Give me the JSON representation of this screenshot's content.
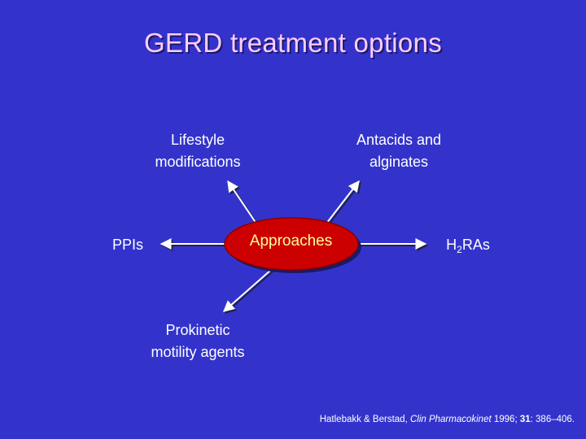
{
  "title": "GERD treatment options",
  "center": "Approaches",
  "nodes": {
    "lifestyle": [
      "Lifestyle",
      "modifications"
    ],
    "antacids": [
      "Antacids and",
      "alginates"
    ],
    "ppis": "PPIs",
    "h2ras": {
      "prefix": "H",
      "sub": "2",
      "suffix": "RAs"
    },
    "prokinetic": [
      "Prokinetic",
      "motility agents"
    ]
  },
  "citation": {
    "authors": "Hatlebakk & Berstad, ",
    "journal": "Clin Pharmacokinet",
    "year": " 1996; ",
    "volume": "31",
    "pages": ": 386–406."
  },
  "colors": {
    "background": "#3333cc",
    "title": "#ffccff",
    "center_fill": "#cc0000",
    "center_text": "#ffff99",
    "text": "#ffffff"
  }
}
